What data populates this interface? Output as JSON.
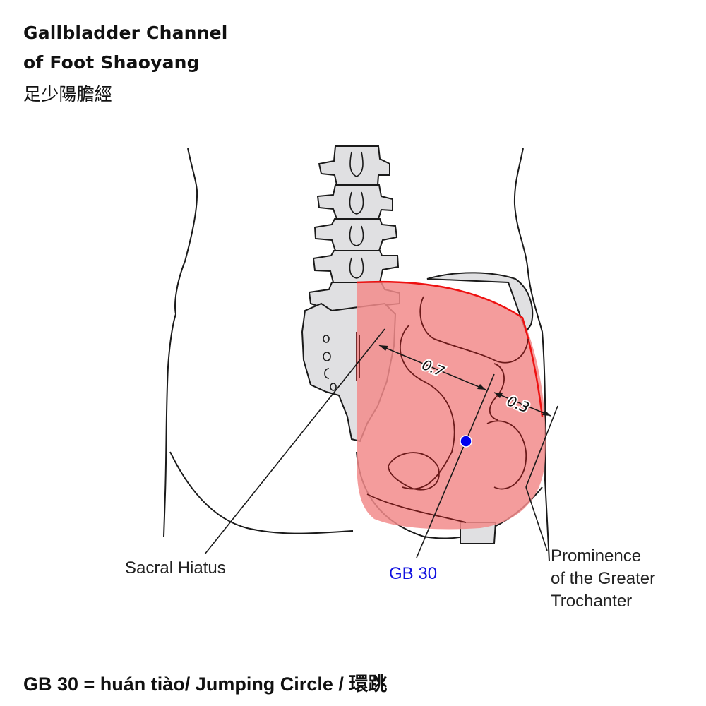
{
  "header": {
    "title_line1": "Gallbladder Channel",
    "title_line2": "of Foot Shaoyang",
    "title_chinese": "足少陽膽經"
  },
  "diagram": {
    "measurements": {
      "proportion_medial": "0.7",
      "proportion_lateral": "0.3"
    },
    "labels": {
      "sacral_hiatus": "Sacral Hiatus",
      "acupoint": "GB 30",
      "trochanter_line1": "Prominence",
      "trochanter_line2": "of the Greater",
      "trochanter_line3": "Trochanter"
    },
    "colors": {
      "acupoint": "#0000ee",
      "highlight_region": "#f28b8b",
      "highlight_border": "#ee1111",
      "bone": "#e0e0e2",
      "outline": "#1a1a1a"
    }
  },
  "footer": {
    "caption": "GB 30 = huán tiào/ Jumping Circle / 環跳"
  }
}
